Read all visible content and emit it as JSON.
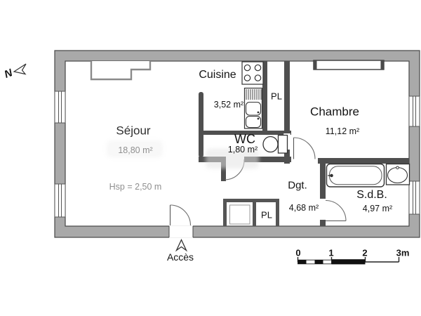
{
  "plan_title": "apartment-floor-plan",
  "north_label": "N",
  "rooms": {
    "sejour": {
      "name": "Séjour",
      "area": "18,80 m²"
    },
    "cuisine": {
      "name": "Cuisine",
      "area": "3,52 m²"
    },
    "wc": {
      "name": "WC",
      "area": "1,80 m²"
    },
    "chambre": {
      "name": "Chambre",
      "area": "11,12 m²"
    },
    "dgt": {
      "name": "Dgt.",
      "area": "4,68 m²"
    },
    "sdb": {
      "name": "S.d.B.",
      "area": "4,97 m²"
    }
  },
  "closets": {
    "upper_label": "PL",
    "lower_label": "PL"
  },
  "notes": {
    "ceiling_height": "Hsp = 2,50 m",
    "entrance": "Accès"
  },
  "scale_bar": {
    "ticks": [
      "0",
      "1",
      "2",
      "3m"
    ]
  },
  "colors": {
    "wall_fill": "#a9a9a9",
    "wall_outline": "#474747",
    "partition": "#4f4f4f",
    "fixture_line": "#333333",
    "faded_text": "#8f8f8f",
    "text": "#141414"
  }
}
